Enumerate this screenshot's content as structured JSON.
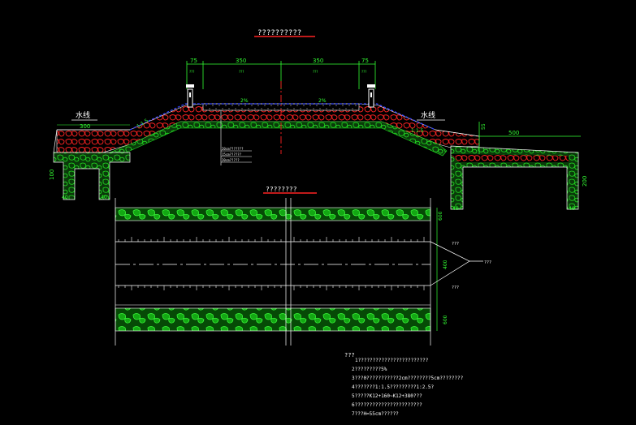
{
  "drawing": {
    "title": "??????????",
    "plan_title": "????????"
  },
  "section": {
    "dims_top": [
      "75",
      "350",
      "350",
      "75"
    ],
    "lane_labels": [
      "???",
      "???"
    ],
    "shoulder_labels": [
      "???",
      "???"
    ],
    "water_left": "水线",
    "water_right": "水线",
    "slope_left": "1:1.5",
    "slope_right": "1:1.5",
    "crossfall_left": "2%",
    "crossfall_right": "2%",
    "ditch_left_width": "300",
    "ditch_right_width": "500",
    "ditch_left_height": "100",
    "ditch_right_height": "200",
    "ditch_right_extra": "55",
    "ditch_bottom_left_a": "40",
    "ditch_bottom_left_b": "40",
    "ditch_bottom_right_a": "40",
    "ditch_bottom_right_b": "40",
    "layers": [
      "20cm???????",
      "15cm??????",
      "20cm?????"
    ]
  },
  "plan": {
    "dim_right_top": "600",
    "dim_right_mid": "400",
    "dim_right_bot": "600",
    "callout_a": "???",
    "callout_b": "???",
    "callout_c": "???"
  },
  "notes": {
    "heading": "???",
    "lines": [
      "1????????????????????????",
      "2?????????5%",
      "3???0???????????2cm????????5cm????????",
      "4???????1:1.5?????????1:2.5?",
      "5?????K12+160~K12+380???",
      "6???????????????????????",
      "7???H=55cm??????"
    ]
  },
  "colors": {
    "background": "#000000",
    "outline": "#ffffff",
    "fill_green": "#22dd22",
    "fill_red": "#ff2222",
    "slope_blue": "#3344ff",
    "dim_green": "#33ff33",
    "centerline": "#ff2222"
  }
}
